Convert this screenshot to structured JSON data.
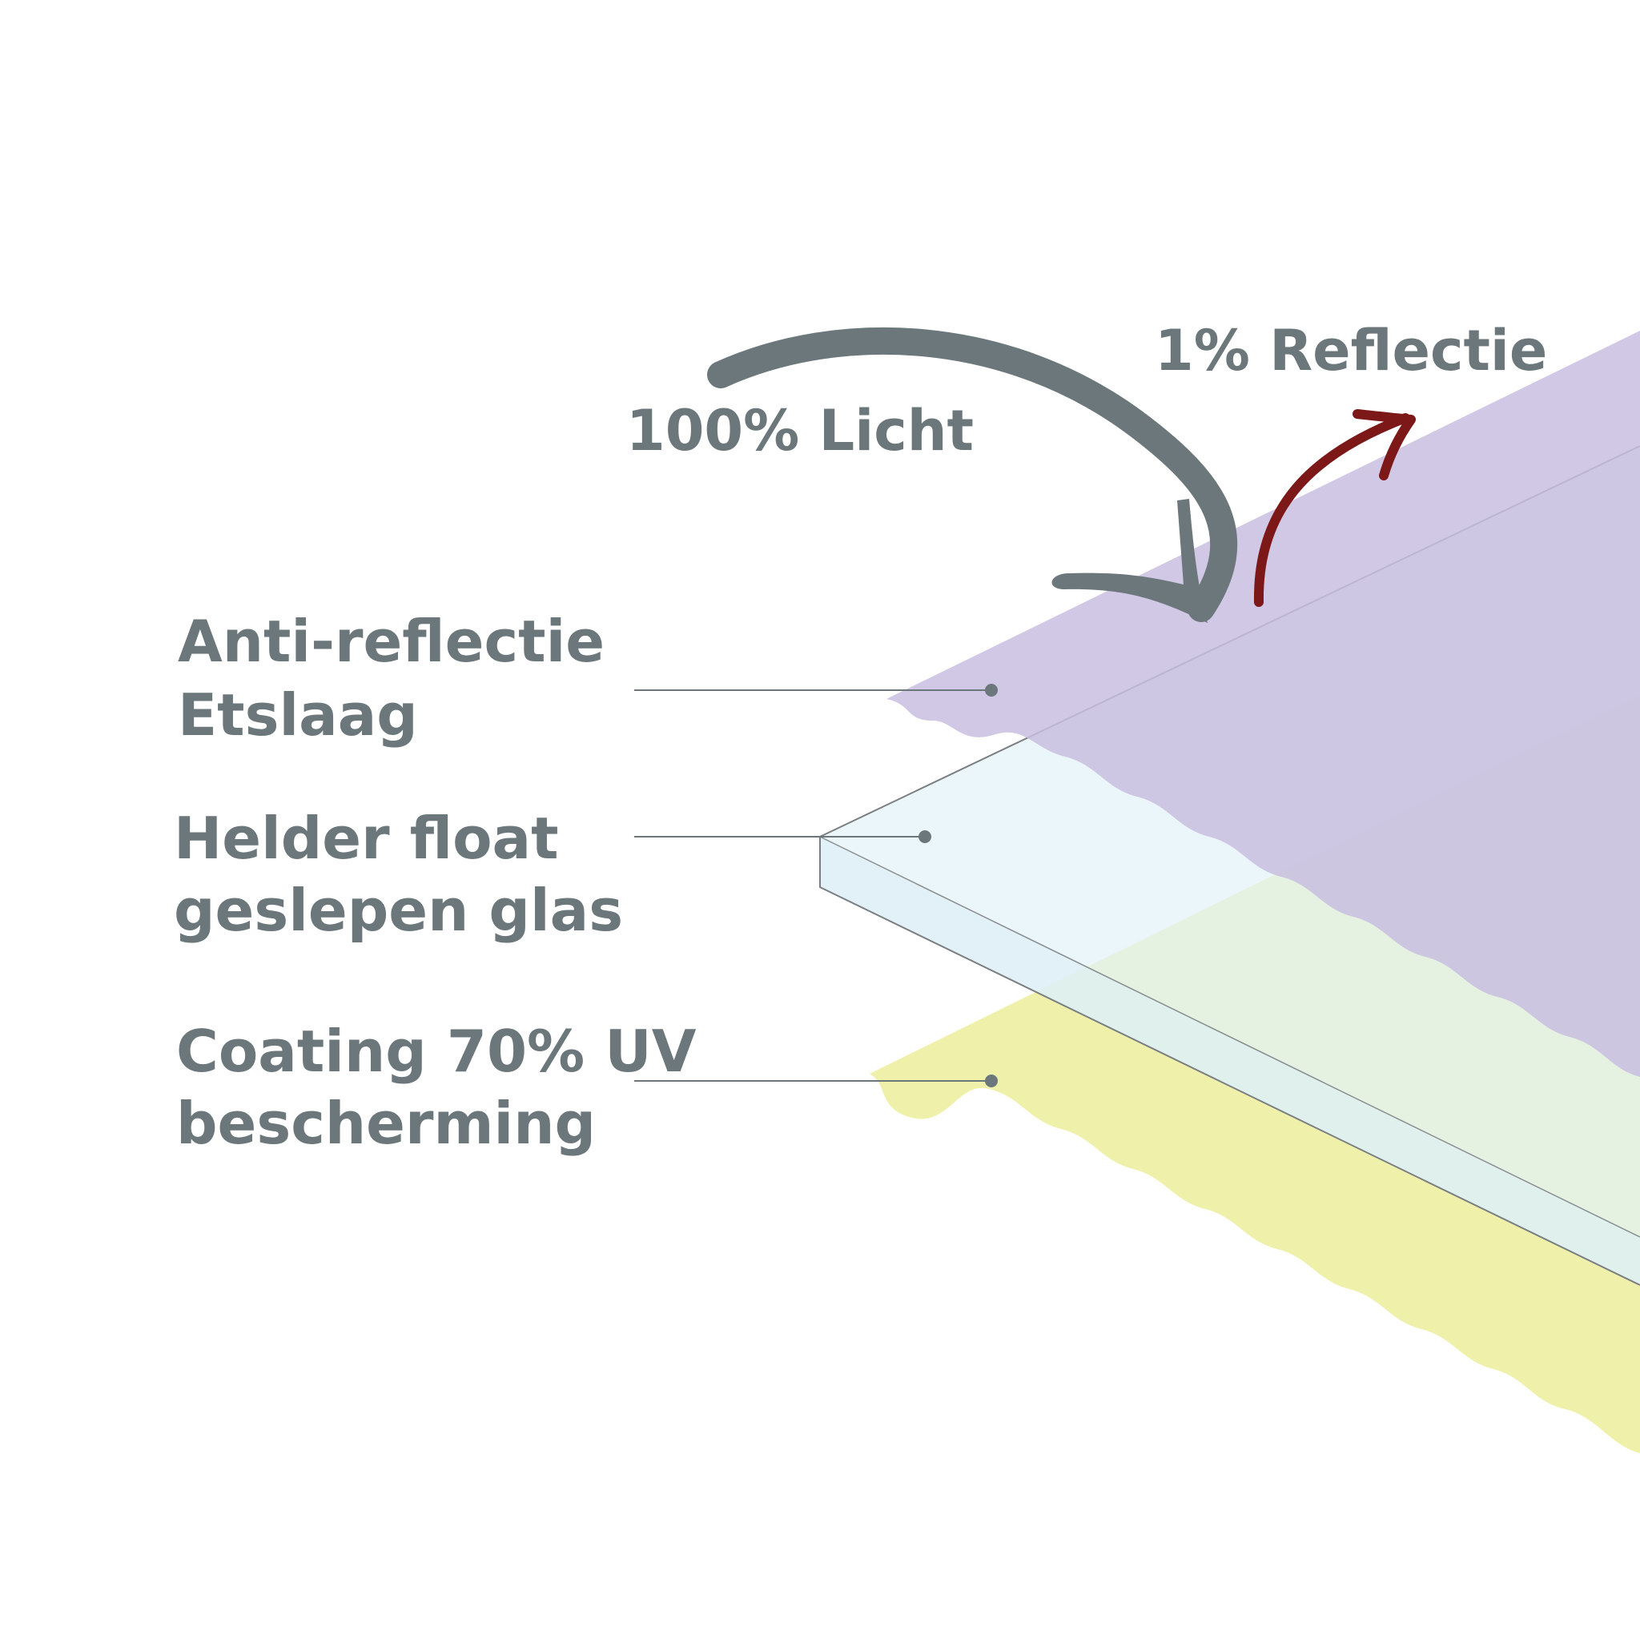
{
  "labels": {
    "light_in": "100% Licht",
    "reflection": "1% Reflectie",
    "layer_top_line1": "Anti-reflectie",
    "layer_top_line2": "Etslaag",
    "layer_middle_line1": "Helder float",
    "layer_middle_line2": "geslepen glas",
    "layer_bottom_line1": "Coating 70% UV",
    "layer_bottom_line2": "bescherming"
  },
  "colors": {
    "text": "#6b777b",
    "light_arrow": "#6b777b",
    "reflection_arrow": "#7c1818",
    "layer_top": "#c8bedf",
    "layer_middle": "#e3f2f8",
    "layer_bottom": "#eef0a6",
    "leader_line": "#6b777b"
  }
}
